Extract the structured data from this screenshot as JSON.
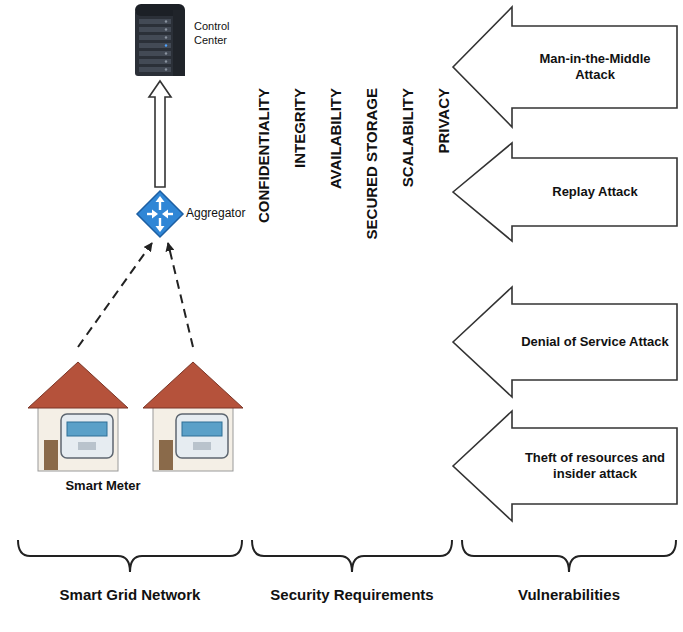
{
  "diagram": {
    "nodes": [
      {
        "text": [
          "Control Center"
        ]
      },
      {
        "text": [
          "Aggregator"
        ]
      },
      {
        "text": [
          "Smart Meter"
        ]
      },
      {
        "text": [
          "Man-in-the-Middle Attack"
        ]
      },
      {
        "text": [
          "Replay Attack"
        ]
      },
      {
        "text": [
          "Denial of Service Attack"
        ]
      },
      {
        "text": [
          "Theft of resources and insider attack"
        ]
      }
    ],
    "edges": [
      {
        "from": 1,
        "to": 0,
        "arrow": "to"
      },
      {
        "from": 2,
        "to": 1,
        "arrow": "to"
      },
      {
        "from": 2,
        "to": 1,
        "arrow": "to"
      }
    ],
    "labels": [
      "CONFIDENTIALITY",
      "INTEGRITY",
      "AVAILABILITY",
      "SECURED STORAGE",
      "SCALABILITY",
      "PRIVACY",
      "Smart Grid Network",
      "Security Requirements",
      "Vulnerabilities"
    ]
  }
}
